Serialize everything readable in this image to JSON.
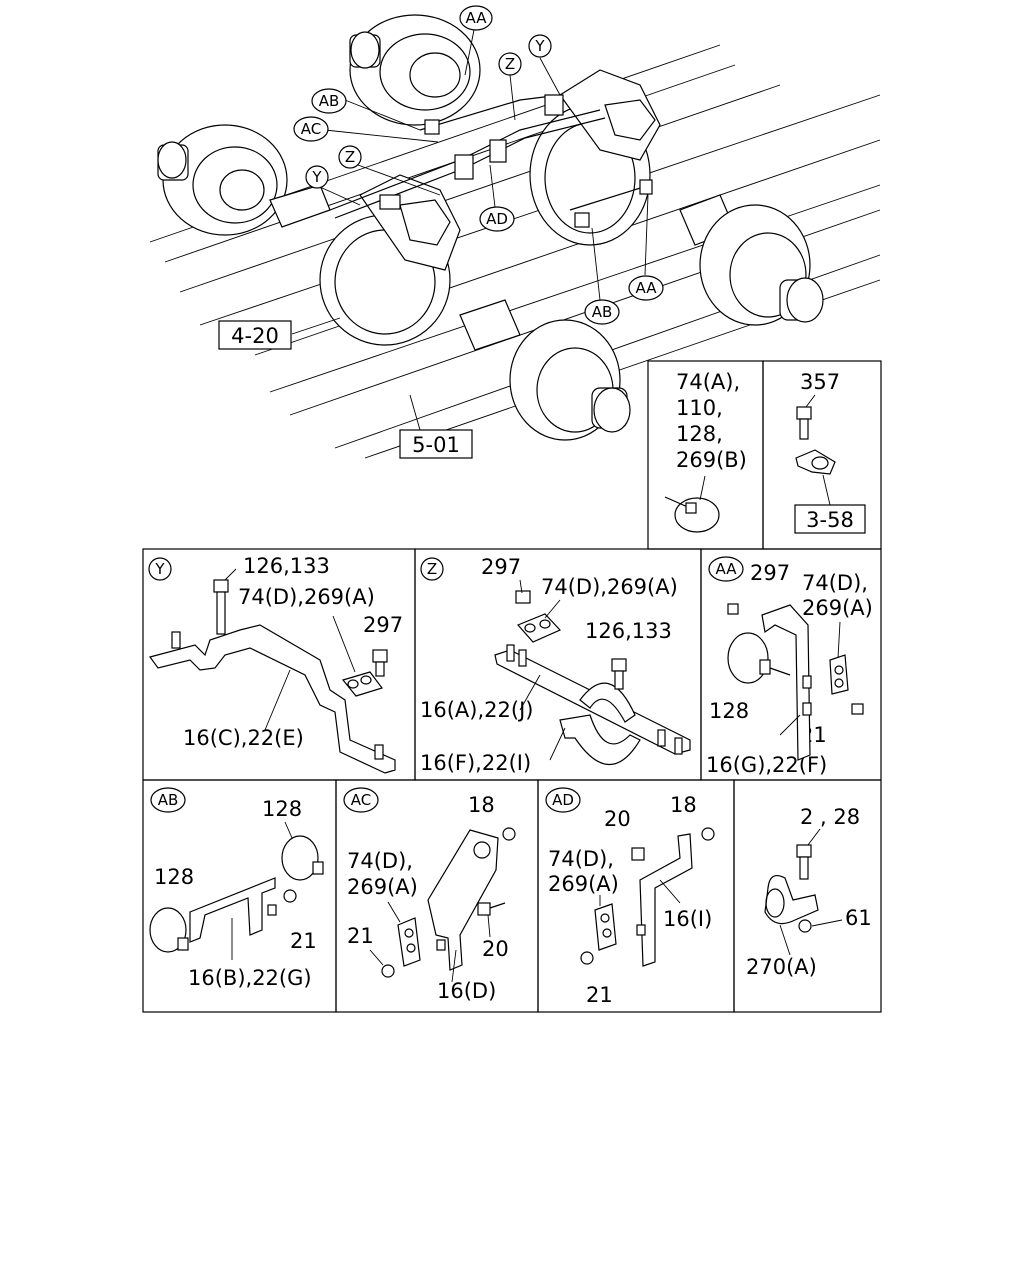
{
  "callouts_main": {
    "aa_top": "AA",
    "ab_top": "AB",
    "ac_top": "AC",
    "z_top": "Z",
    "y_top": "Y",
    "z_left": "Z",
    "y_left": "Y",
    "ad": "AD",
    "aa_right": "AA",
    "ab_bottom": "AB"
  },
  "refs": {
    "axle_front": "4-20",
    "axle_rear": "5-01",
    "clip_ref": "3-58"
  },
  "panel_ties": {
    "line1": "74(A),",
    "line2": "110,",
    "line3": "128,",
    "line4": "269(B)"
  },
  "panel_bolt": {
    "label": "357"
  },
  "detail_y": {
    "tag": "Y",
    "bolt": "126,133",
    "clip": "74(D),269(A)",
    "nut": "297",
    "bracket": "16(C),22(E)"
  },
  "detail_z": {
    "tag": "Z",
    "nut": "297",
    "clip": "74(D),269(A)",
    "bolt": "126,133",
    "plate": "16(A),22(J)",
    "saddle": "16(F),22(I)"
  },
  "detail_aa": {
    "tag": "AA",
    "nut": "297",
    "clip_a": "74(D),",
    "clip_b": "269(A)",
    "tie": "128",
    "nut2": "21",
    "bracket": "16(G),22(F)"
  },
  "detail_ab": {
    "tag": "AB",
    "tie_right": "128",
    "tie_left": "128",
    "nut": "21",
    "bracket": "16(B),22(G)"
  },
  "detail_ac": {
    "tag": "AC",
    "nut_top": "18",
    "clip_a": "74(D),",
    "clip_b": "269(A)",
    "nut": "21",
    "bolt": "20",
    "bracket": "16(D)"
  },
  "detail_ad": {
    "tag": "AD",
    "bolt": "20",
    "nut_top": "18",
    "clip_a": "74(D),",
    "clip_b": "269(A)",
    "bracket": "16(I)",
    "nut": "21"
  },
  "detail_clamp": {
    "bolt": "2 , 28",
    "nut": "61",
    "clamp": "270(A)"
  }
}
